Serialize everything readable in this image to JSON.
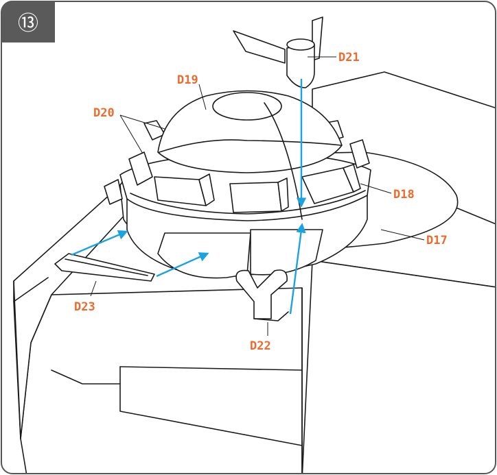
{
  "step": {
    "number": "⑬"
  },
  "callouts": {
    "d17": "D17",
    "d18": "D18",
    "d19": "D19",
    "d20": "D20",
    "d21": "D21",
    "d22": "D22",
    "d23": "D23"
  },
  "colors": {
    "frame": "#555555",
    "badge": "#5a5a5a",
    "label": "#ee6a2c",
    "arrow": "#1aa3e0"
  }
}
